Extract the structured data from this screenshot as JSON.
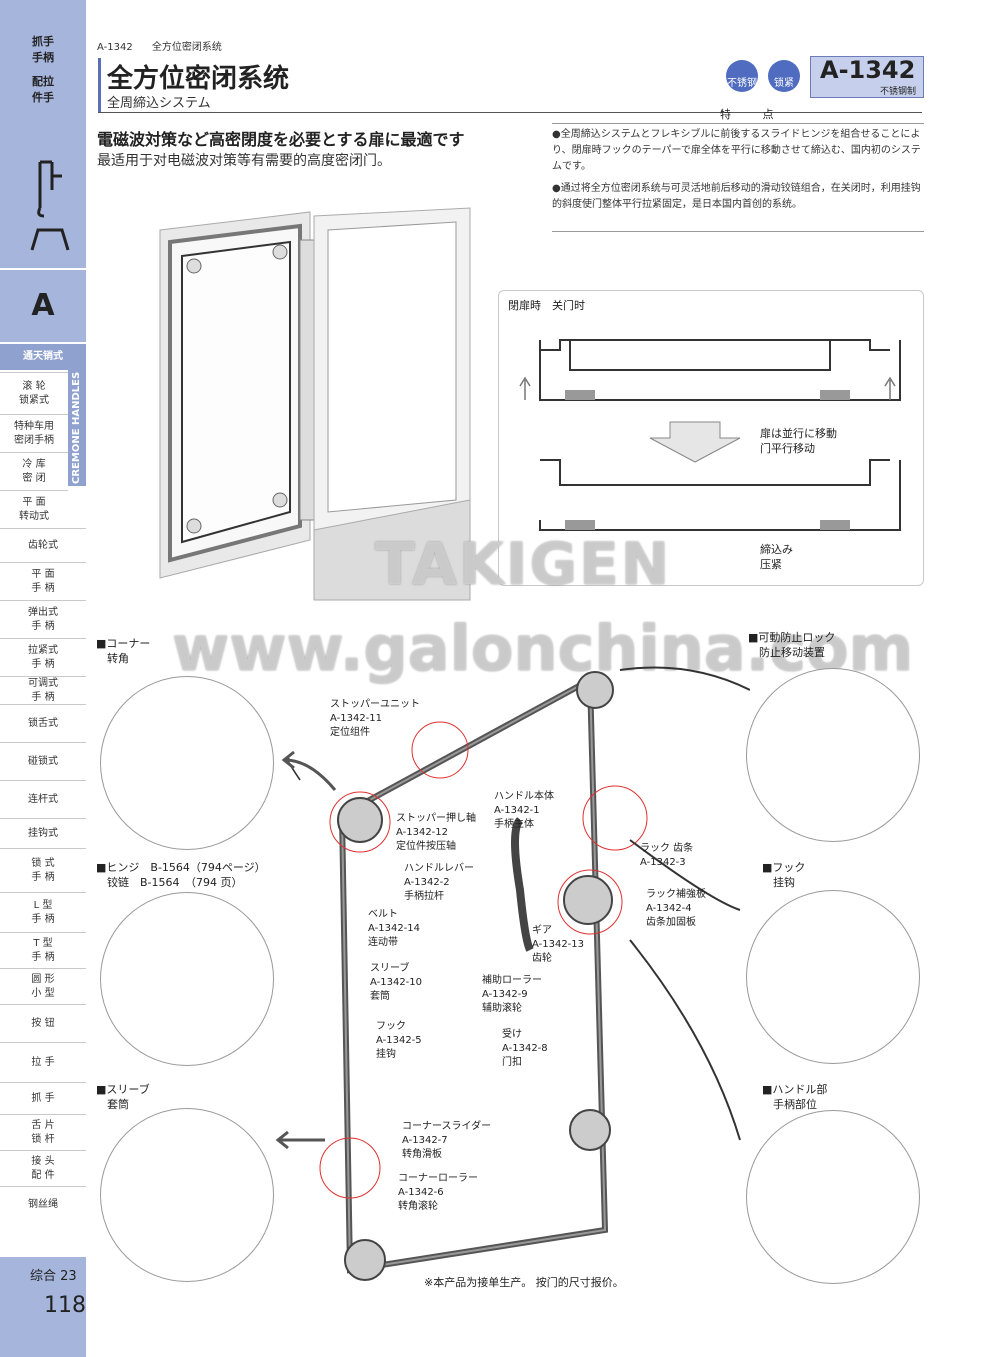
{
  "sidebar": {
    "category_1": "抓手\n手柄",
    "category_2": "配拉\n件手",
    "section_letter": "A",
    "active_item": "通天销式",
    "side_tab": "CREMONE HANDLES",
    "items": [
      "滚 轮\n锁紧式",
      "特种车用\n密闭手柄",
      "冷 库\n密 闭",
      "平 面\n转动式",
      "齿轮式",
      "平 面\n手 柄",
      "弹出式\n手 柄",
      "拉紧式\n手 柄",
      "可调式\n手 柄",
      "锁舌式",
      "碰锁式",
      "连杆式",
      "挂钩式",
      "锁 式\n手 柄",
      "L 型\n手 柄",
      "T 型\n手 柄",
      "圆 形\n小 型",
      "按 钮",
      "拉 手",
      "抓 手",
      "舌 片\n锁 杆",
      "接 头\n配 件",
      "钢丝绳"
    ],
    "footer_label": "综合 23",
    "page_number": "118"
  },
  "header": {
    "breadcrumb_code": "A-1342",
    "breadcrumb_title": "全方位密闭系统",
    "title": "全方位密闭系统",
    "subtitle": "全周締込システム",
    "badge_1": "不锈钢",
    "badge_2": "锁紧",
    "code": "A-1342",
    "code_sub": "不锈钢制",
    "features_label": "特 点"
  },
  "headline": {
    "jp": "電磁波対策など高密閉度を必要とする扉に最適です",
    "cn": "最适用于对电磁波对策等有需要的高度密闭门。"
  },
  "features": [
    "●全周締込システムとフレキシブルに前後するスライドヒンジを組合せることにより、閉扉時フックのテーパーで扉全体を平行に移動させて締込む、国内初のシステムです。",
    "●通过将全方位密闭系统与可灵活地前后移动的滑动铰链组合，在关闭时，利用挂钩的斜度使门整体平行拉紧固定，是日本国内首创的系统。"
  ],
  "diagram": {
    "label_close": "閉扉時　关门时",
    "label_move": "扉は並行に移動\n门平行移动",
    "label_tighten": "締込み\n压紧"
  },
  "watermark": {
    "line1": "TAKIGEN",
    "line2": "www.galonchina.com"
  },
  "details": {
    "corner": "■コーナー\n　转角",
    "hinge": "■ヒンジ　B-1564（794ページ）\n　铰链　B-1564　（794 页）",
    "sleeve": "■スリーブ\n　套筒",
    "lock": "■可動防止ロック\n　防止移动装置",
    "hook": "■フック\n　挂钩",
    "handle": "■ハンドル部\n　手柄部位"
  },
  "parts": [
    "ストッパーユニット\nA-1342-11\n定位组件",
    "ストッパー押し軸\nA-1342-12\n定位件按压轴",
    "ハンドル本体\nA-1342-1\n手柄主体",
    "ハンドルレバー\nA-1342-2\n手柄拉杆",
    "ラック 齿条\nA-1342-3",
    "ラック補強板\nA-1342-4\n齿条加固板",
    "ベルト\nA-1342-14\n连动带",
    "ギア\nA-1342-13\n齿轮",
    "スリーブ\nA-1342-10\n套筒",
    "補助ローラー\nA-1342-9\n辅助滚轮",
    "フック\nA-1342-5\n挂钩",
    "受け\nA-1342-8\n门扣",
    "コーナースライダー\nA-1342-7\n转角滑板",
    "コーナーローラー\nA-1342-6\n转角滚轮"
  ],
  "footnote": "※本产品为接单生产。 按门的尺寸报价。"
}
